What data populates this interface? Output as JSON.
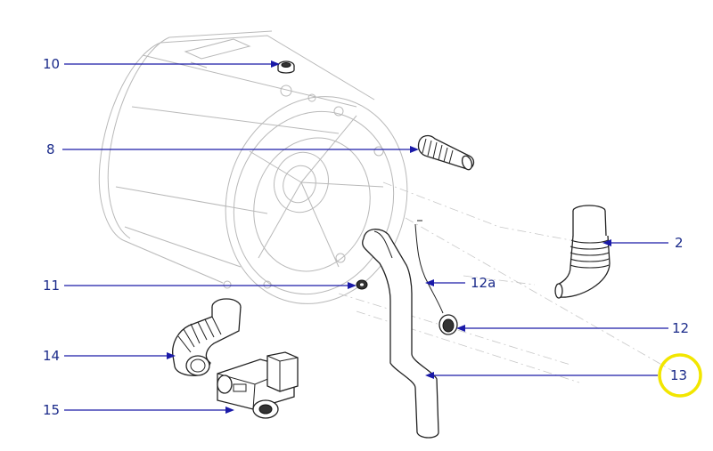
{
  "callouts": [
    {
      "id": "10",
      "text": "10"
    },
    {
      "id": "8",
      "text": "8"
    },
    {
      "id": "2",
      "text": "2"
    },
    {
      "id": "11",
      "text": "11"
    },
    {
      "id": "12a",
      "text": "12a"
    },
    {
      "id": "12",
      "text": "12"
    },
    {
      "id": "14",
      "text": "14"
    },
    {
      "id": "13",
      "text": "13"
    },
    {
      "id": "15",
      "text": "15"
    }
  ],
  "highlighted_callout": "13",
  "colors": {
    "leader": "#1a1aa8",
    "label": "#1a2a8a",
    "highlight": "#f2e600",
    "ghost_outline": "#b9b9b9",
    "part_outline": "#222222"
  }
}
